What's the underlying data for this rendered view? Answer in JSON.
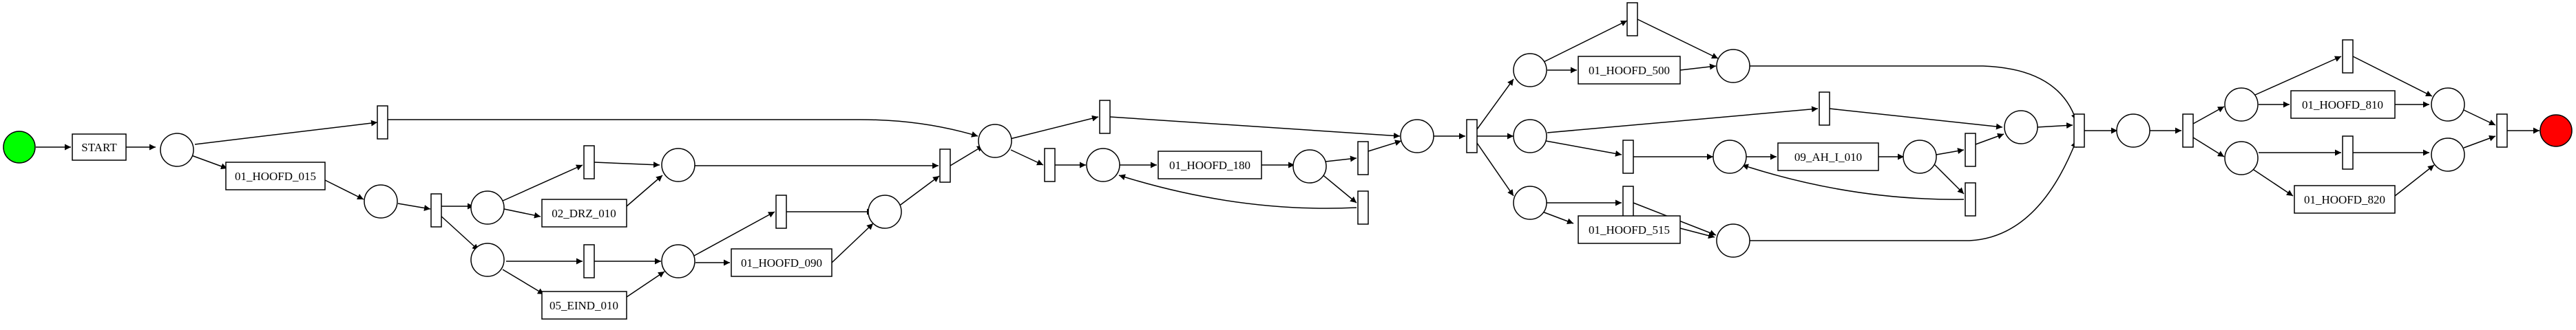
{
  "diagram": {
    "colors": {
      "source": "#00ff00",
      "sink": "#ff0000",
      "stroke": "#000000",
      "fill": "#ffffff"
    },
    "transitions": {
      "t1": "START",
      "t2": "01_HOOFD_015",
      "t3": "02_DRZ_010",
      "t4": "05_EIND_010",
      "t5": "01_HOOFD_090",
      "t6": "01_HOOFD_180",
      "t7": "01_HOOFD_500",
      "t8": "09_AH_I_010",
      "t9": "01_HOOFD_515",
      "t10": "01_HOOFD_810",
      "t11": "01_HOOFD_820"
    }
  }
}
